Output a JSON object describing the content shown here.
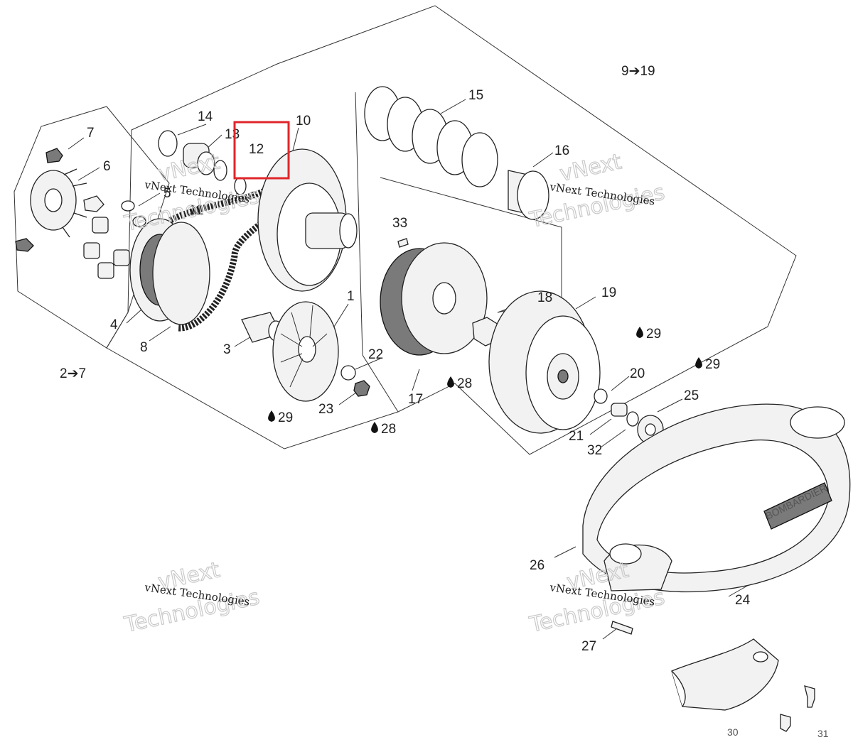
{
  "diagram": {
    "part_numbers": [
      {
        "id": "p1",
        "text": "1"
      },
      {
        "id": "p3",
        "text": "3"
      },
      {
        "id": "p4",
        "text": "4"
      },
      {
        "id": "p5",
        "text": "5"
      },
      {
        "id": "p6",
        "text": "6"
      },
      {
        "id": "p7",
        "text": "7"
      },
      {
        "id": "p8",
        "text": "8"
      },
      {
        "id": "p10",
        "text": "10"
      },
      {
        "id": "p11",
        "text": "11"
      },
      {
        "id": "p12",
        "text": "12"
      },
      {
        "id": "p13",
        "text": "13"
      },
      {
        "id": "p14",
        "text": "14"
      },
      {
        "id": "p15",
        "text": "15"
      },
      {
        "id": "p16",
        "text": "16"
      },
      {
        "id": "p17",
        "text": "17"
      },
      {
        "id": "p18",
        "text": "18"
      },
      {
        "id": "p19",
        "text": "19"
      },
      {
        "id": "p20",
        "text": "20"
      },
      {
        "id": "p21",
        "text": "21"
      },
      {
        "id": "p22",
        "text": "22"
      },
      {
        "id": "p23",
        "text": "23"
      },
      {
        "id": "p24",
        "text": "24"
      },
      {
        "id": "p25",
        "text": "25"
      },
      {
        "id": "p26",
        "text": "26"
      },
      {
        "id": "p27",
        "text": "27"
      },
      {
        "id": "p30",
        "text": "30"
      },
      {
        "id": "p31",
        "text": "31"
      },
      {
        "id": "p32",
        "text": "32"
      },
      {
        "id": "p33",
        "text": "33"
      }
    ],
    "group_labels": [
      {
        "id": "g1",
        "text": "2➔7"
      },
      {
        "id": "g2",
        "text": "9➔19"
      }
    ],
    "lubricant_labels": [
      {
        "id": "o1",
        "text": "29"
      },
      {
        "id": "o2",
        "text": "29"
      },
      {
        "id": "o3",
        "text": "29"
      },
      {
        "id": "o4",
        "text": "28"
      },
      {
        "id": "o5",
        "text": "28"
      }
    ],
    "brand_text": "BOMBARDIER",
    "highlight": {
      "label": "12",
      "color": "#e0262a"
    }
  },
  "watermarks": {
    "line": "vNext Technologies",
    "big_1": "vNext",
    "big_2": "Technologies"
  },
  "colors": {
    "line": "#333333",
    "highlight": "#e0262a",
    "watermark": "#c9c9c9"
  }
}
